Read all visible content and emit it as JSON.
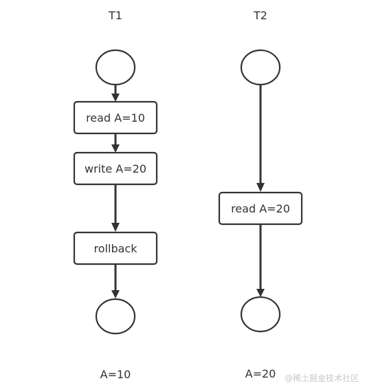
{
  "lanes": [
    {
      "title": "T1",
      "steps": [
        "read A=10",
        "write A=20",
        "rollback"
      ],
      "result": "A=10"
    },
    {
      "title": "T2",
      "steps": [
        "read A=20"
      ],
      "result": "A=20"
    }
  ],
  "watermark": "@稀土掘金技术社区"
}
